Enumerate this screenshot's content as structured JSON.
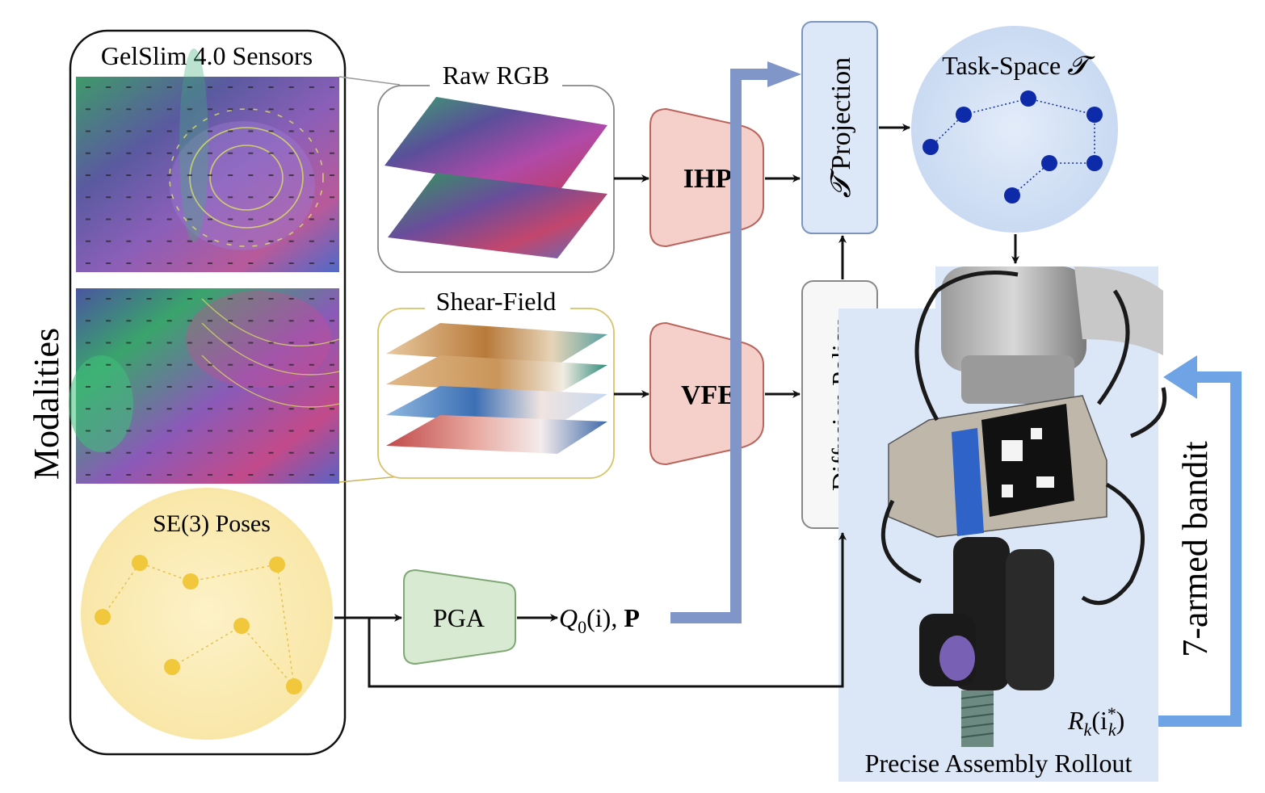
{
  "labels": {
    "sensors_title": "GelSlim 4.0 Sensors",
    "modalities": "Modalities",
    "raw_rgb": "Raw RGB",
    "shear_field": "Shear-Field",
    "se3_poses": "SE(3) Poses",
    "ihp": "IHP",
    "vfe": "VFE",
    "pga": "PGA",
    "projection_symbol": "𝓣",
    "projection_word": "Projection",
    "diffusion_policy": "Diffusion Policy",
    "task_space_word": "Task-Space",
    "task_space_symbol": "𝓣",
    "q_output_Q": "Q",
    "q_output_sub": "0",
    "q_output_rest": "(i), ",
    "q_output_P": "P",
    "reward_R": "R",
    "reward_sub": "k",
    "reward_i": "(i",
    "reward_sup": "*",
    "reward_isub": "k",
    "reward_close": ")",
    "rollout": "Precise Assembly Rollout",
    "bandit": "7-armed bandit"
  },
  "colors": {
    "encoder_fill": "#f5cfca",
    "encoder_stroke": "#b9645c",
    "pga_fill": "#d9ead3",
    "pga_stroke": "#7fa874",
    "projection_fill": "#dce7f7",
    "projection_stroke": "#7d95bd",
    "policy_fill": "#f7f7f7",
    "policy_stroke": "#888888",
    "task_circle": "#d5e3f5",
    "task_points": "#0d2aa8",
    "se3_circle": "#fbeec0",
    "se3_points": "#f0c53a",
    "thick_path": "#8096c8",
    "bandit_arrow": "#6ea3e6",
    "rollout_bg": "#dbe6f6",
    "shear_border": "#d8c36a"
  }
}
